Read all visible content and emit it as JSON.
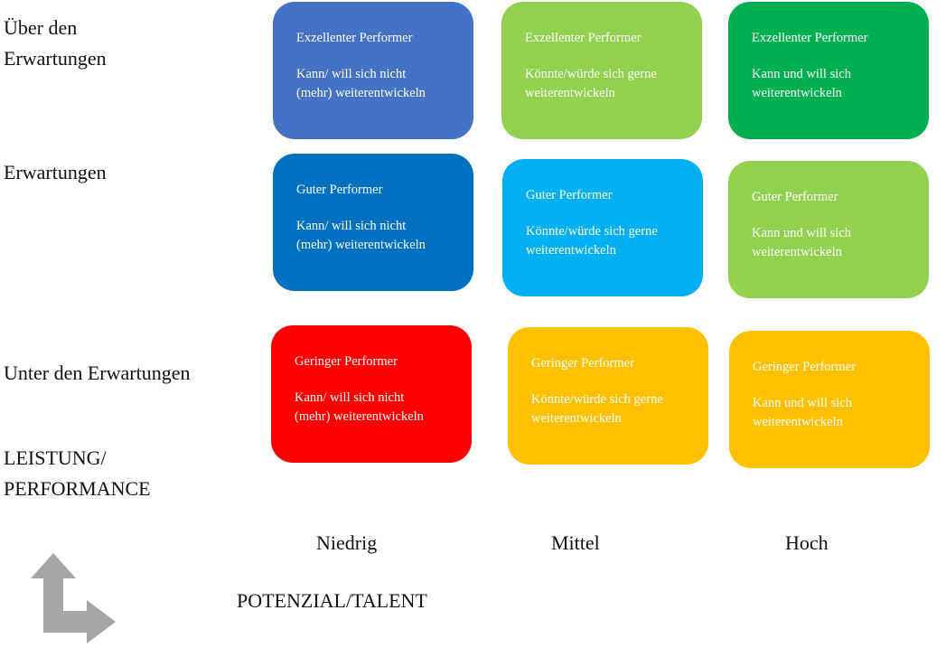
{
  "rows": {
    "above": "Über den\nErwartungen",
    "meets": "Erwartungen",
    "below": "Unter den Erwartungen"
  },
  "axis_y_label": "LEISTUNG/\nPERFORMANCE",
  "columns": {
    "low": "Niedrig",
    "mid": "Mittel",
    "high": "Hoch"
  },
  "axis_x_label": "POTENZIAL/TALENT",
  "grid": [
    {
      "title": "Exzellenter Performer",
      "desc": "Kann/ will sich nicht\n(mehr) weiterentwickeln",
      "color": "#4472C4"
    },
    {
      "title": "Exzellenter Performer",
      "desc": "Könnte/würde sich gerne\nweiterentwickeln",
      "color": "#92D050"
    },
    {
      "title": "Exzellenter Performer",
      "desc": "Kann und will sich\nweiterentwickeln",
      "color": "#00B050"
    },
    {
      "title": "Guter Performer",
      "desc": "Kann/ will sich nicht\n(mehr) weiterentwickeln",
      "color": "#0070C0"
    },
    {
      "title": "Guter Performer",
      "desc": "Könnte/würde sich gerne\nweiterentwickeln",
      "color": "#00B0F0"
    },
    {
      "title": "Guter Performer",
      "desc": "Kann und will sich\nweiterentwickeln",
      "color": "#92D050"
    },
    {
      "title": "Geringer Performer",
      "desc": "Kann/ will sich nicht\n(mehr) weiterentwickeln",
      "color": "#FF0000"
    },
    {
      "title": "Geringer Performer",
      "desc": "Könnte/würde sich gerne\nweiterentwickeln",
      "color": "#FFC000"
    },
    {
      "title": "Geringer Performer",
      "desc": "Kann und will sich\nweiterentwickeln",
      "color": "#FFC000"
    }
  ],
  "arrow_color": "#A6A6A6"
}
